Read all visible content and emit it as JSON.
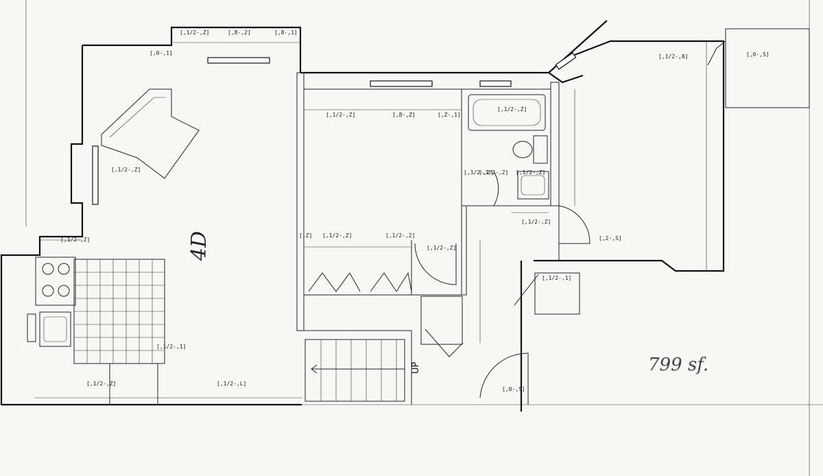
{
  "plan": {
    "unit_label": "4D",
    "area_note": "799 sf.",
    "stair_label": "UP",
    "dimension_labels": [
      "[,1/2-,Z]",
      "[,8-,2]",
      "[,8-,1]",
      "[,0-,1]",
      "[,1/2-,8]",
      "[,1/2-,Z]",
      "[,8-,Z]",
      "[,Z-,1]",
      "[,1/2-,Z]",
      "[,1/2-,Z]",
      "[,1/2-,Z]",
      "[,0-,S]",
      "[,1/2-,Z]",
      "[,1/2-,2]",
      "[,1/2-,Z]",
      "[,1/2-,Z]",
      "[,Z]",
      "[,1/2-,Z]",
      "[,2-,S]",
      "[,1/2-,1]",
      "[,1/2-,2]",
      "[,1/2-,Z]",
      "[,1/2-,Z]",
      "[,0-,S]",
      "[,1/2-,L]",
      "[,1/2-,1]"
    ]
  }
}
